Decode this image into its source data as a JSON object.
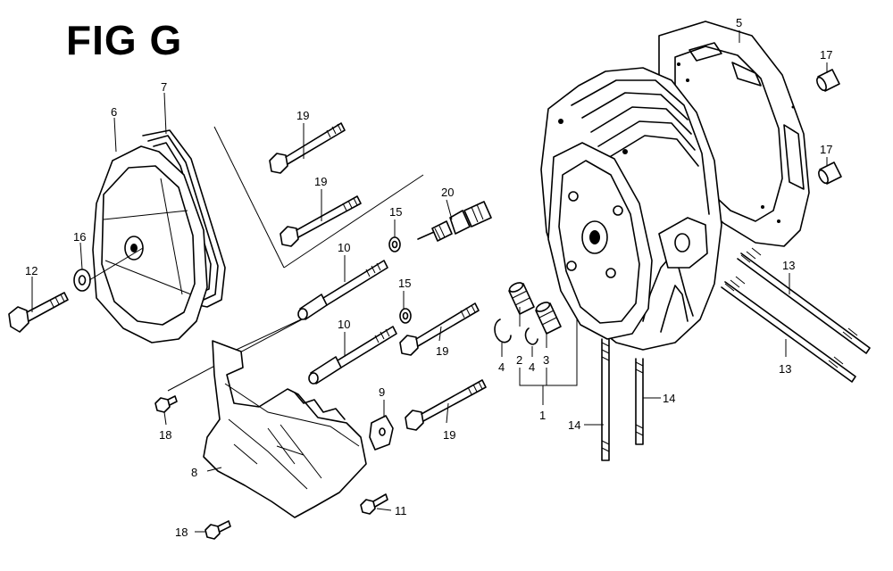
{
  "figure": {
    "title": "FIG G"
  },
  "callouts": {
    "c1": "1",
    "c2": "2",
    "c3": "3",
    "c4a": "4",
    "c4b": "4",
    "c5": "5",
    "c6": "6",
    "c7": "7",
    "c8": "8",
    "c9": "9",
    "c10a": "10",
    "c10b": "10",
    "c11": "11",
    "c12": "12",
    "c13a": "13",
    "c13b": "13",
    "c14a": "14",
    "c14b": "14",
    "c15a": "15",
    "c15b": "15",
    "c16": "16",
    "c17a": "17",
    "c17b": "17",
    "c18a": "18",
    "c18b": "18",
    "c19a": "19",
    "c19b": "19",
    "c19c": "19",
    "c19d": "19",
    "c20": "20"
  },
  "colors": {
    "ink": "#000000",
    "paper": "#ffffff"
  }
}
